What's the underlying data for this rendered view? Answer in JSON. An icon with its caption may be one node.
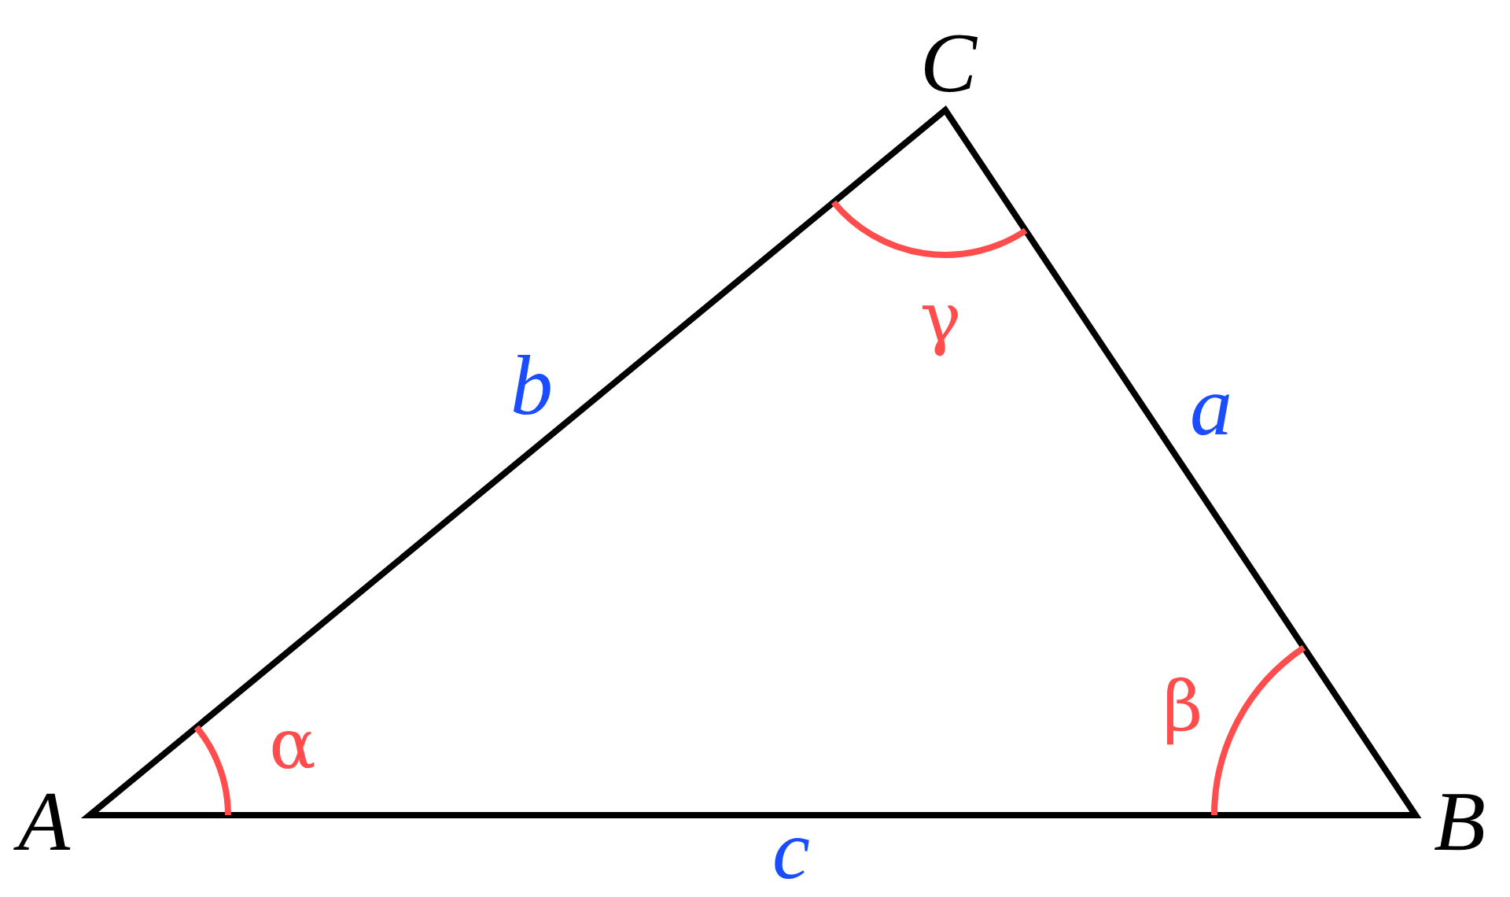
{
  "diagram": {
    "labels": [
      "C",
      "γ",
      "b",
      "a",
      "β",
      "α",
      "A",
      "B",
      "c"
    ]
  }
}
